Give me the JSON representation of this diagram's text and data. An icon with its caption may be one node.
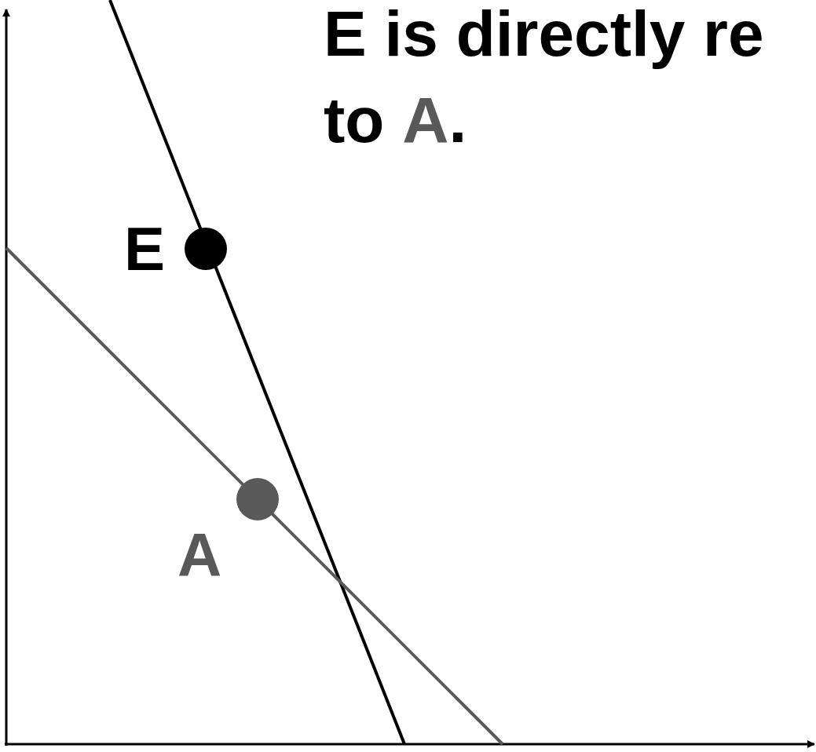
{
  "diagram": {
    "labels": [
      "E is directly re",
      "to **A**.",
      "E",
      "A"
    ]
  }
}
